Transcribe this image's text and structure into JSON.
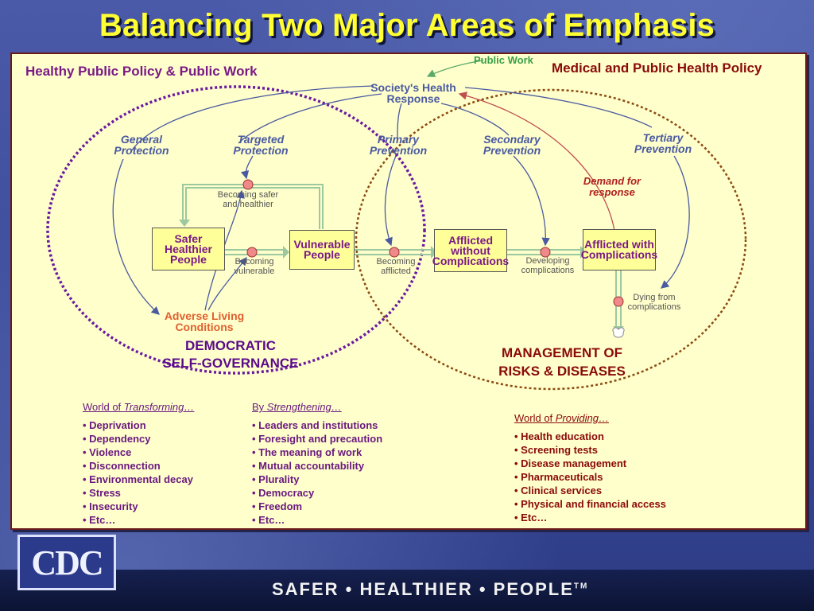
{
  "title": "Balancing Two Major Areas of Emphasis",
  "header_left": "Healthy Public Policy & Public Work",
  "header_right": "Medical and Public Health Policy",
  "public_work": "Public Work",
  "society_response": [
    "Society's Health",
    "Response"
  ],
  "preventions": {
    "general": [
      "General",
      "Protection"
    ],
    "targeted": [
      "Targeted",
      "Protection"
    ],
    "primary": [
      "Primary",
      "Prevention"
    ],
    "secondary": [
      "Secondary",
      "Prevention"
    ],
    "tertiary": [
      "Tertiary",
      "Prevention"
    ]
  },
  "demand": [
    "Demand for",
    "response"
  ],
  "stocks": {
    "safer": [
      "Safer",
      "Healthier",
      "People"
    ],
    "vulnerable": [
      "Vulnerable",
      "People"
    ],
    "afflicted_without": [
      "Afflicted",
      "without",
      "Complications"
    ],
    "afflicted_with": [
      "Afflicted with",
      "Complications"
    ]
  },
  "flows": {
    "becoming_safer": [
      "Becoming safer",
      "and healthier"
    ],
    "becoming_vulnerable": [
      "Becoming",
      "vulnerable"
    ],
    "becoming_afflicted": [
      "Becoming",
      "afflicted"
    ],
    "developing": [
      "Developing",
      "complications"
    ],
    "dying": [
      "Dying from",
      "complications"
    ]
  },
  "adverse": [
    "Adverse Living",
    "Conditions"
  ],
  "democratic": [
    "DEMOCRATIC",
    "SELF-GOVERNANCE"
  ],
  "management": [
    "MANAGEMENT OF",
    "RISKS & DISEASES"
  ],
  "transforming": {
    "head_prefix": "World of ",
    "head_em": "Transforming…",
    "items": [
      "• Deprivation",
      "• Dependency",
      "• Violence",
      "• Disconnection",
      "• Environmental decay",
      "• Stress",
      "• Insecurity",
      "• Etc…"
    ]
  },
  "strengthening": {
    "head_prefix": "By ",
    "head_em": "Strengthening…",
    "items": [
      "• Leaders and institutions",
      "• Foresight and precaution",
      "• The meaning of work",
      "• Mutual accountability",
      "• Plurality",
      "• Democracy",
      "• Freedom",
      "• Etc…"
    ]
  },
  "providing": {
    "head_prefix": "World of ",
    "head_em": "Providing…",
    "items": [
      "• Health education",
      "• Screening tests",
      "• Disease management",
      "• Pharmaceuticals",
      "• Clinical services",
      "• Physical and financial access",
      "• Etc…"
    ]
  },
  "logo_text": "CDC",
  "tagline": "SAFER • HEALTHIER • PEOPLE",
  "tagline_tm": "TM",
  "colors": {
    "title": "#ffff33",
    "panel": "#ffffcc",
    "left_circle": "#6a1aa0",
    "right_circle": "#8a4a10",
    "arrow_blue": "#4a5aa0",
    "arrow_red": "#c05050",
    "arrow_green": "#5aaa6a"
  }
}
